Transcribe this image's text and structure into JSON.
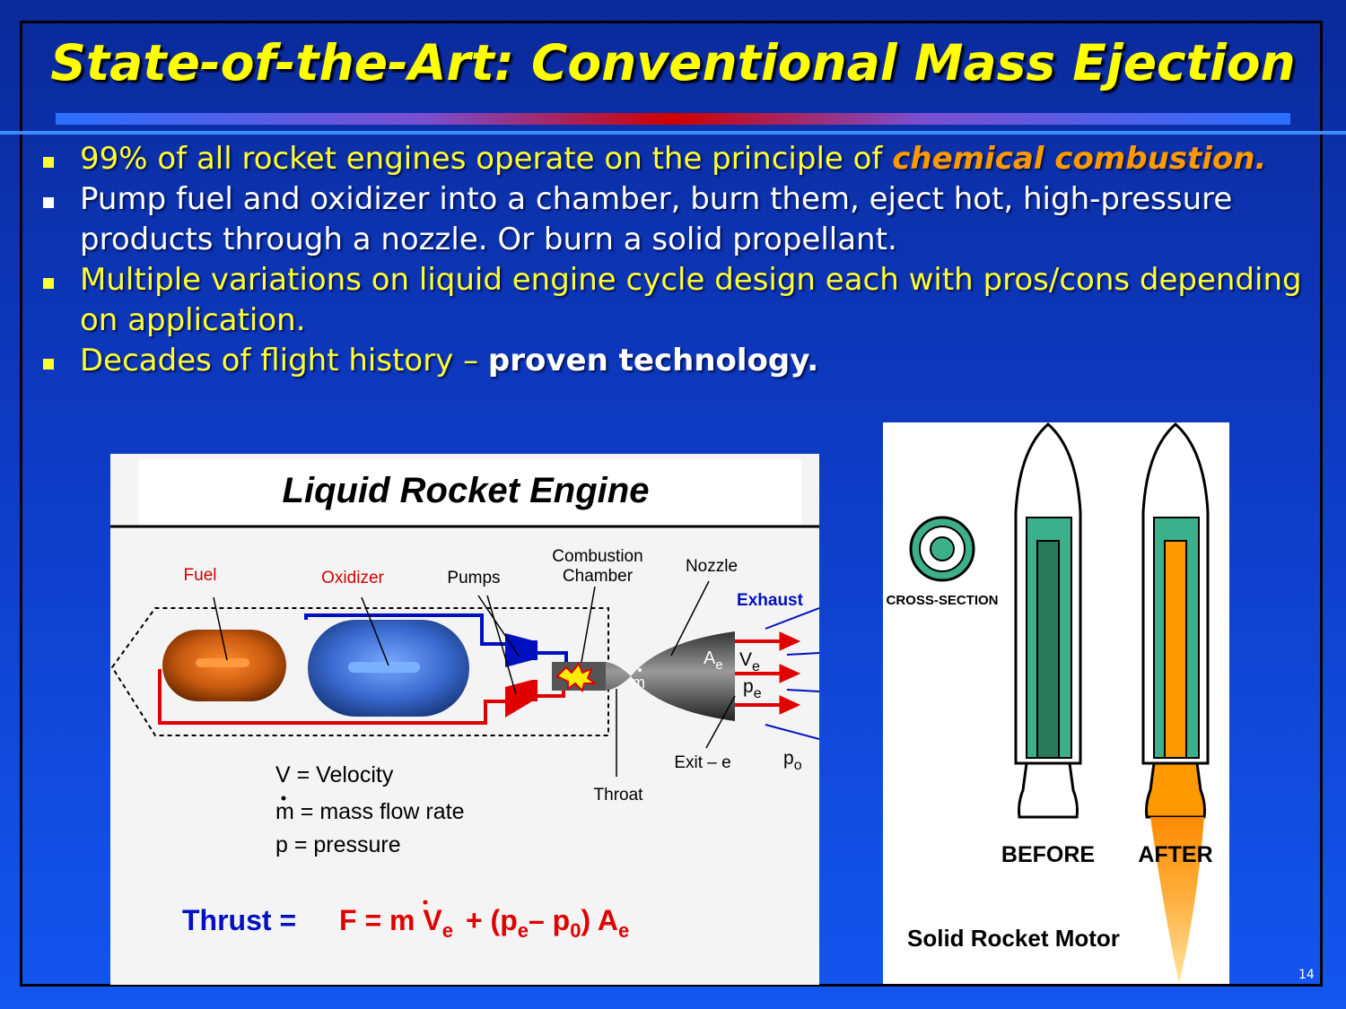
{
  "slide": {
    "title": "State-of-the-Art: Conventional Mass Ejection",
    "page_number": "14",
    "bullets": [
      {
        "text": "99% of all rocket engines operate on the principle of ",
        "emphasis": "chemical combustion."
      },
      {
        "text": "Pump fuel and oxidizer into a chamber, burn them, eject hot, high-pressure products through a nozzle. Or burn a solid propellant."
      },
      {
        "text": "Multiple variations on liquid engine cycle design each with pros/cons depending on application."
      },
      {
        "text": "Decades of flight history – ",
        "bold": "proven technology."
      }
    ]
  },
  "liquid_engine": {
    "title": "Liquid Rocket Engine",
    "labels": {
      "fuel": "Fuel",
      "oxidizer": "Oxidizer",
      "pumps": "Pumps",
      "combustion_1": "Combustion",
      "combustion_2": "Chamber",
      "nozzle": "Nozzle",
      "exhaust": "Exhaust",
      "throat": "Throat",
      "exit": "Exit – e",
      "ae": "A",
      "ae_sub": "e",
      "ve": "V",
      "ve_sub": "e",
      "pe": "p",
      "pe_sub": "e",
      "po": "p",
      "po_sub": "o",
      "mdot": "m"
    },
    "legend": {
      "v": "V =  Velocity",
      "m": "m =  mass  flow  rate",
      "p": "p =  pressure"
    },
    "equation": {
      "thrust": "Thrust =",
      "formula": "F  =  m  V",
      "f_e1": "e",
      "mid": "+  (p",
      "f_e2": "e",
      "minus": "– p",
      "f_0": "0",
      "close": ")  A",
      "f_e3": "e"
    }
  },
  "solid_motor": {
    "cross_section": "CROSS-SECTION",
    "before": "BEFORE",
    "after": "AFTER",
    "caption": "Solid Rocket Motor"
  },
  "colors": {
    "title": "#ffff00",
    "emphasis": "#ff9900",
    "grain": "#3cb08a",
    "burned": "#ff9900"
  }
}
